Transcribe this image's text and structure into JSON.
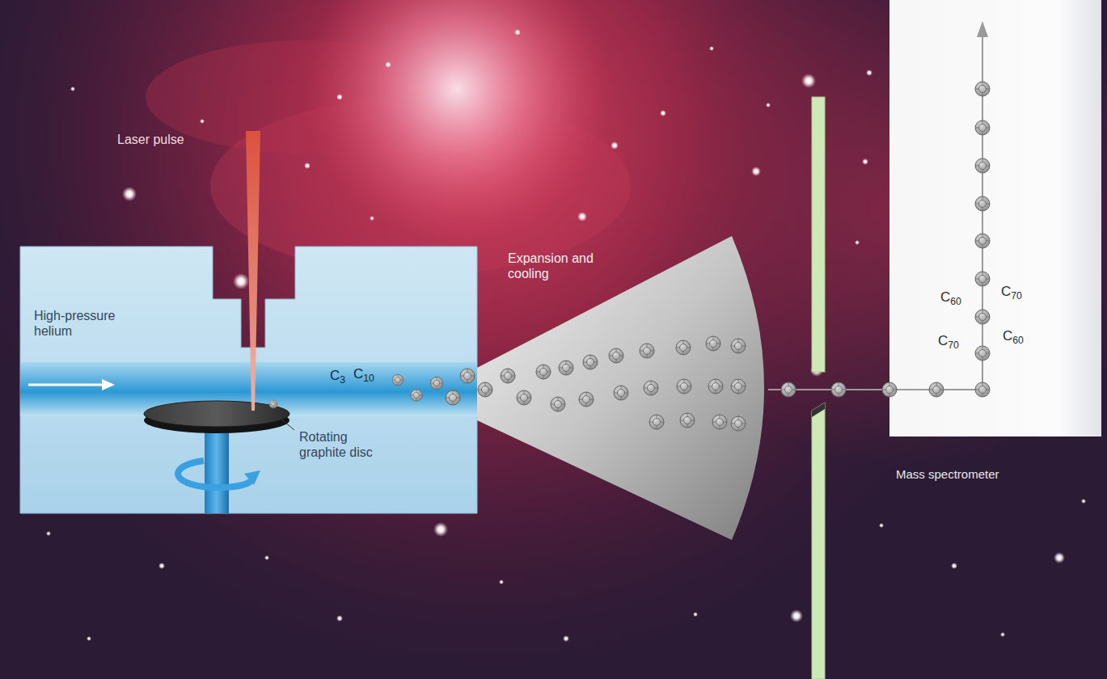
{
  "diagram": {
    "nodes": [
      {
        "text": [
          "High-pressure helium",
          "C3",
          "C10",
          "Rotating graphite disc"
        ]
      },
      {
        "text": [
          "Expansion and cooling"
        ]
      },
      {
        "text": [
          "C60",
          "C70",
          "C70",
          "C60",
          "Mass spectrometer"
        ]
      }
    ],
    "edges": [
      {
        "from": 1,
        "to": 2,
        "arrow": "none"
      }
    ],
    "labels": [
      "Laser pulse"
    ]
  }
}
